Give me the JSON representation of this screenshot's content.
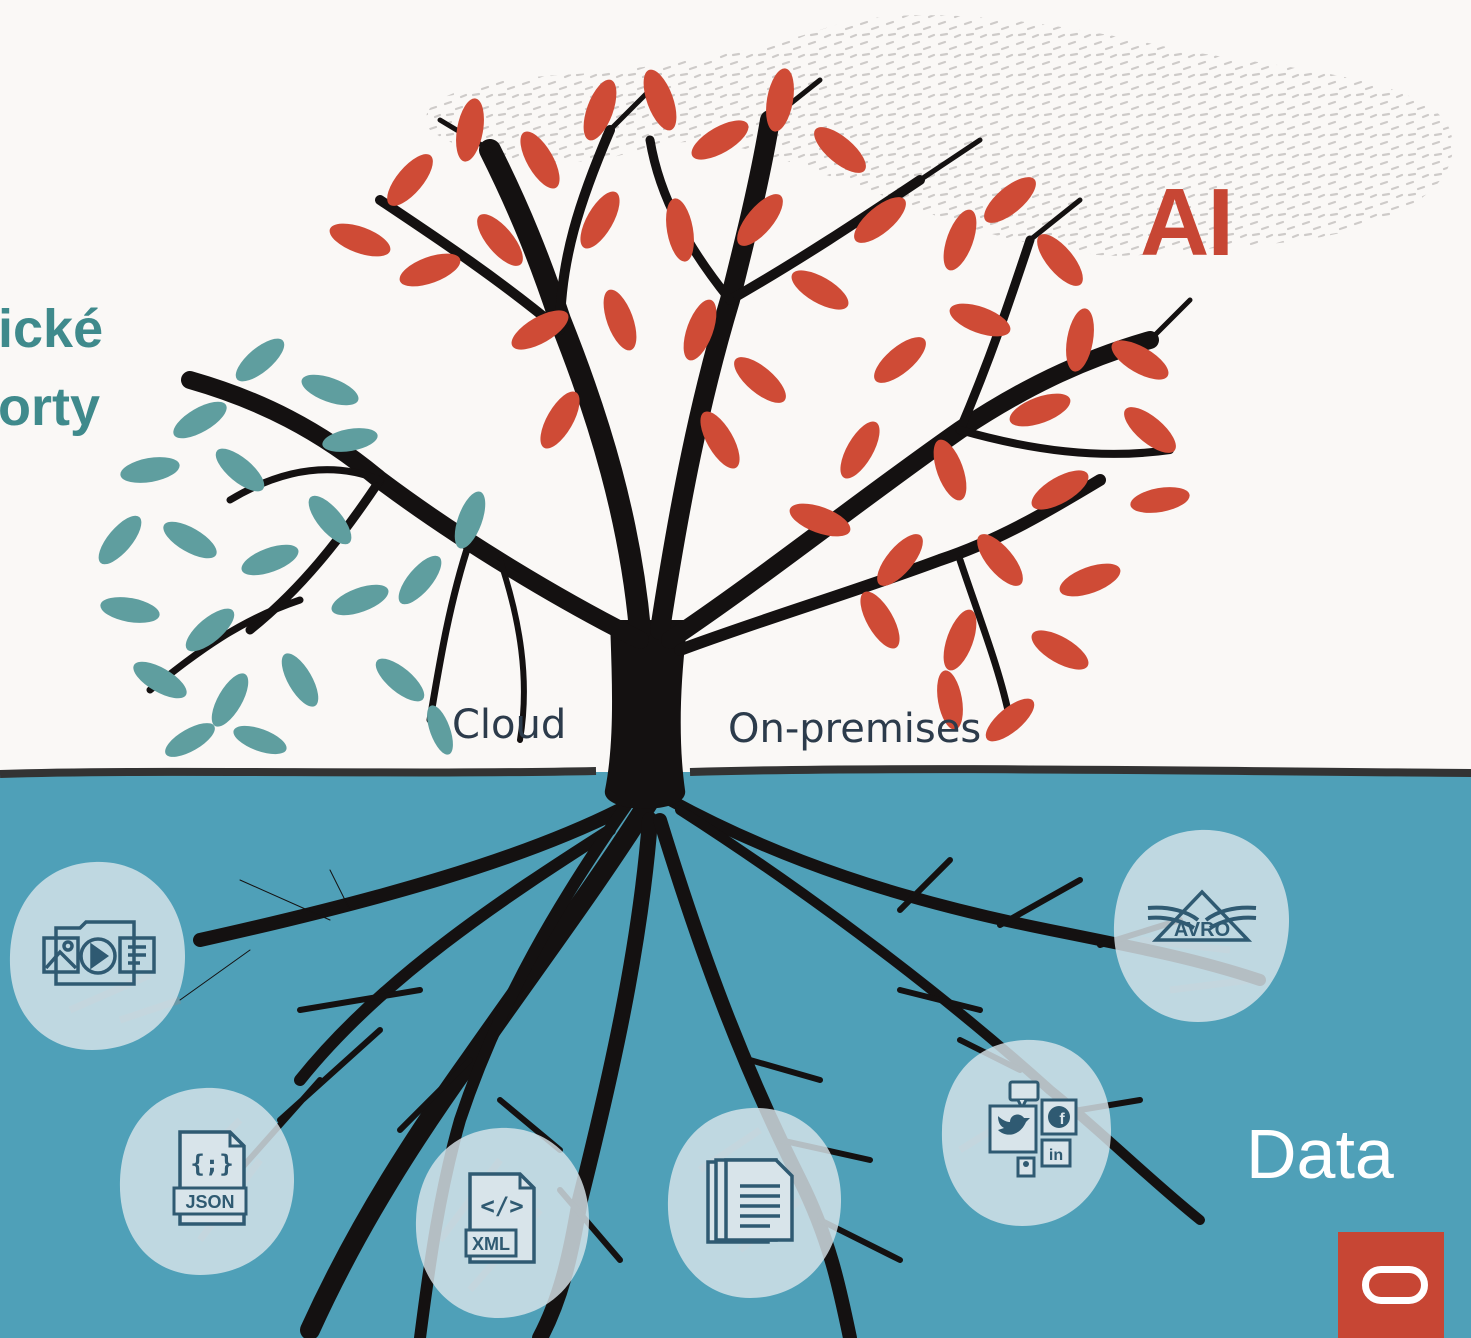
{
  "left_text": {
    "line1": "ické",
    "line2": "orty"
  },
  "ai_label": "AI",
  "cloud_label": "Cloud",
  "onprem_label": "On-premises",
  "data_label": "Data",
  "icons": {
    "json": "JSON",
    "json_braces": "{;}",
    "xml": "XML",
    "xml_tag": "</>",
    "avro": "AVRO",
    "facebook": "f",
    "linkedin": "in"
  },
  "icon_names": [
    "media-files-icon",
    "json-file-icon",
    "xml-file-icon",
    "documents-icon",
    "social-media-icon",
    "avro-logo-icon",
    "oracle-logo"
  ],
  "colors": {
    "background": "#faf8f6",
    "underground": "#4fa0b8",
    "teal_leaf": "#5f9e9f",
    "red_leaf": "#cf4b36",
    "accent_red": "#c74634",
    "icon_blue": "#2f5a72"
  }
}
